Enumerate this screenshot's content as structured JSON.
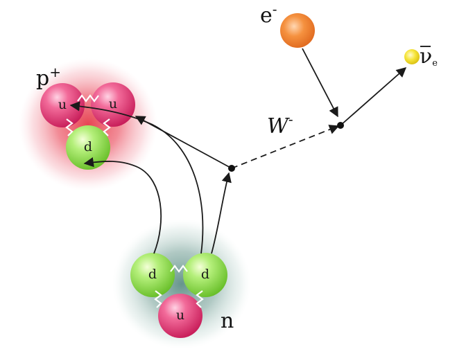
{
  "title": "",
  "particles": {
    "proton": {
      "symbol": "p",
      "charge": "+"
    },
    "neutron": {
      "symbol": "n"
    },
    "w_boson": {
      "symbol": "W",
      "charge": "-"
    },
    "electron": {
      "symbol": "e",
      "charge": "-"
    },
    "antineutrino": {
      "symbol": "ν",
      "subscript": "e"
    }
  },
  "proton_quarks": [
    {
      "flavor": "u",
      "color": "pink"
    },
    {
      "flavor": "u",
      "color": "pink"
    },
    {
      "flavor": "d",
      "color": "green"
    }
  ],
  "neutron_quarks": [
    {
      "flavor": "d",
      "color": "green"
    },
    {
      "flavor": "d",
      "color": "green"
    },
    {
      "flavor": "u",
      "color": "pink"
    }
  ],
  "colors": {
    "up_quark": "#e8407a",
    "down_quark": "#8fe04a",
    "proton_glow": "#e53a4a",
    "neutron_glow": "#5e8f86",
    "electron": "#f07a2a",
    "antineutrino": "#f2dc1a",
    "line": "#1a1a1a"
  }
}
